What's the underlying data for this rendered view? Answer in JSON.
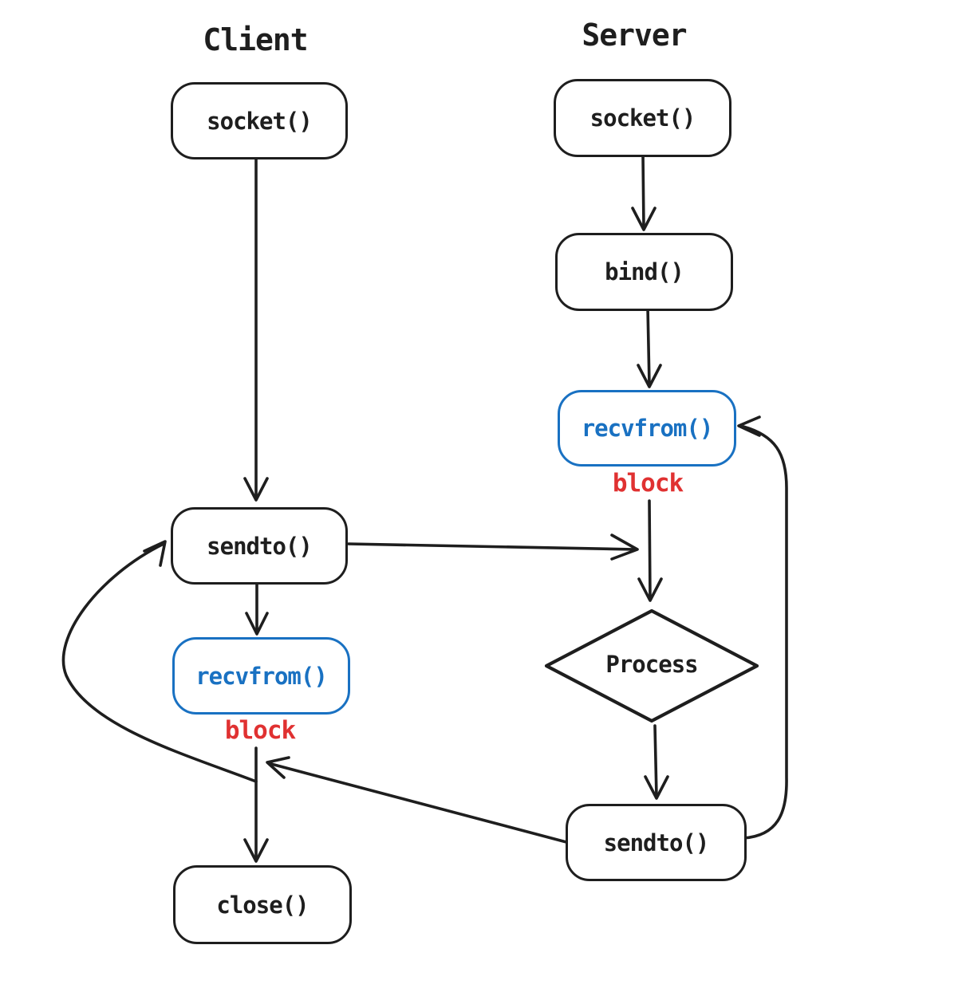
{
  "diagram": {
    "client": {
      "title": "Client",
      "socket": "socket()",
      "sendto": "sendto()",
      "recvfrom": "recvfrom()",
      "block": "block",
      "close": "close()"
    },
    "server": {
      "title": "Server",
      "socket": "socket()",
      "bind": "bind()",
      "recvfrom": "recvfrom()",
      "block": "block",
      "process": "Process",
      "sendto": "sendto()"
    },
    "colors": {
      "ink": "#1e1e1e",
      "blue": "#1971c2",
      "red": "#e03131",
      "background": "#ffffff"
    }
  }
}
